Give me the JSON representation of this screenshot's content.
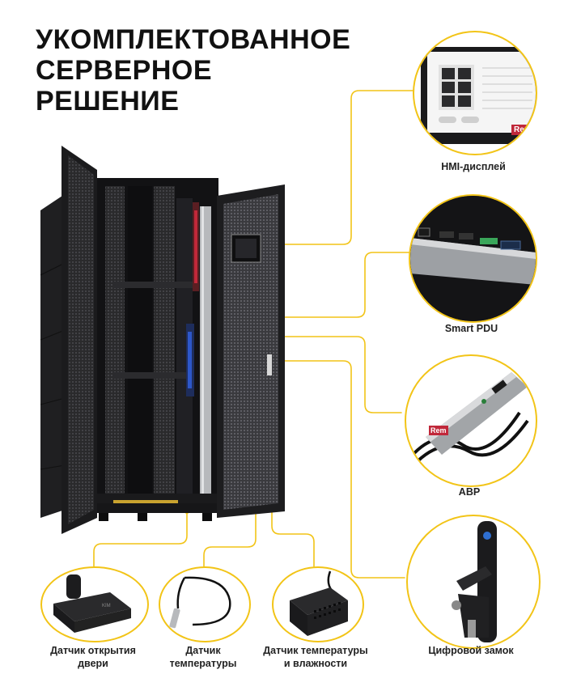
{
  "title": {
    "line1": "УКОМПЛЕКТОВАННОЕ",
    "line2": "СЕРВЕРНОЕ",
    "line3": "РЕШЕНИЕ"
  },
  "components": {
    "hmi": {
      "label": "HMI-дисплей",
      "logo": "Rem"
    },
    "pdu": {
      "label": "Smart PDU"
    },
    "avr": {
      "label": "АВР",
      "logo": "Rem"
    },
    "lock": {
      "label": "Цифровой замок"
    },
    "door_sensor": {
      "line1": "Датчик открытия",
      "line2": "двери"
    },
    "temp_sensor": {
      "line1": "Датчик",
      "line2": "температуры"
    },
    "th_sensor": {
      "line1": "Датчик температуры",
      "line2": "и влажности"
    }
  },
  "colors": {
    "accent": "#f2c417",
    "rack": "#1c1c1e",
    "text": "#111111"
  }
}
